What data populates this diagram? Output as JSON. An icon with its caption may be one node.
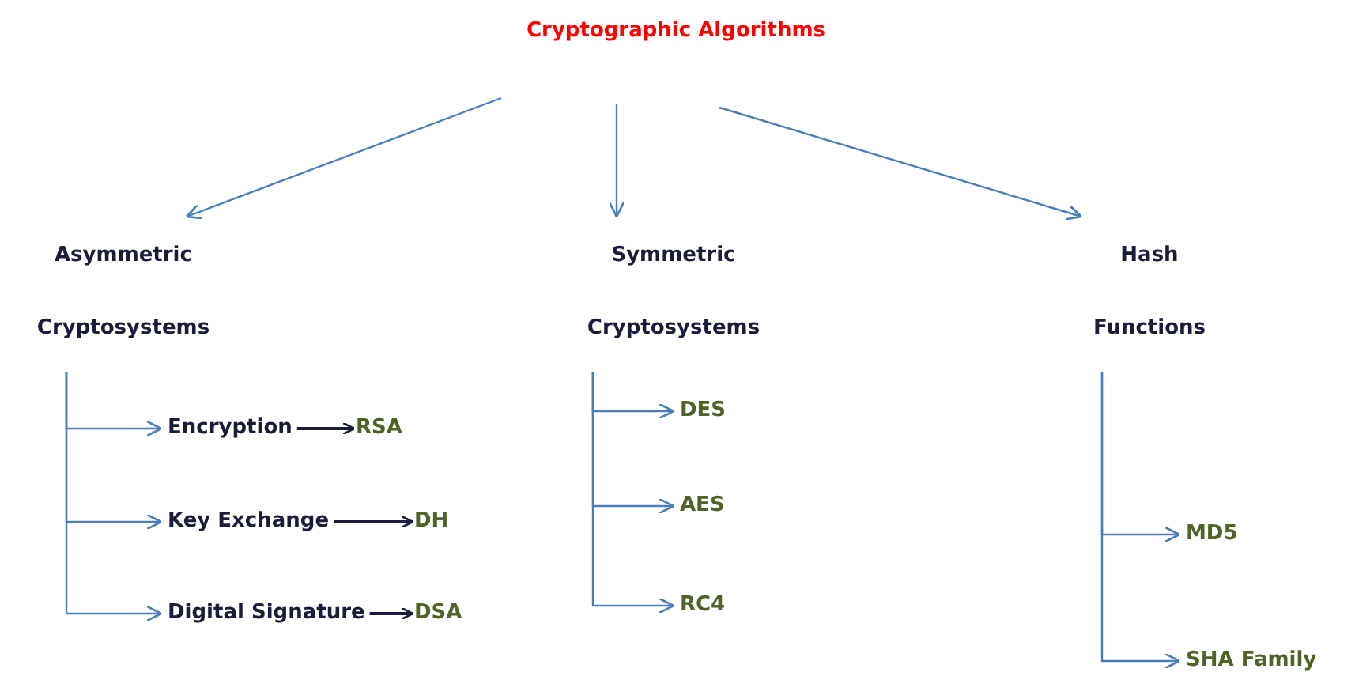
{
  "diagram": {
    "nodes": [
      {
        "text": [
          "Cryptographic Algorithms"
        ]
      },
      {
        "text": [
          "Asymmetric Cryptosystems"
        ]
      },
      {
        "text": [
          "Symmetric Cryptosystems"
        ]
      },
      {
        "text": [
          "Hash Functions"
        ]
      },
      {
        "text": [
          "Encryption"
        ]
      },
      {
        "text": [
          "RSA"
        ]
      },
      {
        "text": [
          "Key Exchange"
        ]
      },
      {
        "text": [
          "DH"
        ]
      },
      {
        "text": [
          "Digital Signature"
        ]
      },
      {
        "text": [
          "DSA"
        ]
      },
      {
        "text": [
          "DES"
        ]
      },
      {
        "text": [
          "AES"
        ]
      },
      {
        "text": [
          "RC4"
        ]
      },
      {
        "text": [
          "MD5"
        ]
      },
      {
        "text": [
          "SHA Family"
        ]
      }
    ],
    "edges": [
      {
        "from": 0,
        "to": 1,
        "arrow": "to"
      },
      {
        "from": 0,
        "to": 2,
        "arrow": "to"
      },
      {
        "from": 0,
        "to": 3,
        "arrow": "to"
      },
      {
        "from": 1,
        "to": 4,
        "arrow": "to"
      },
      {
        "from": 1,
        "to": 6,
        "arrow": "to"
      },
      {
        "from": 1,
        "to": 8,
        "arrow": "to"
      },
      {
        "from": 4,
        "to": 5,
        "arrow": "to",
        "color": "#1b1b3a"
      },
      {
        "from": 6,
        "to": 7,
        "arrow": "to",
        "color": "#1b1b3a"
      },
      {
        "from": 8,
        "to": 9,
        "arrow": "to",
        "color": "#1b1b3a"
      },
      {
        "from": 2,
        "to": 10,
        "arrow": "to"
      },
      {
        "from": 2,
        "to": 11,
        "arrow": "to"
      },
      {
        "from": 2,
        "to": 12,
        "arrow": "to"
      },
      {
        "from": 3,
        "to": 13,
        "arrow": "to"
      },
      {
        "from": 3,
        "to": 14,
        "arrow": "to"
      }
    ]
  }
}
